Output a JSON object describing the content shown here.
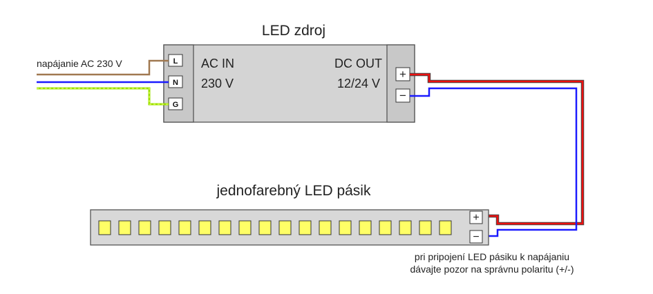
{
  "power_supply": {
    "title": "LED zdroj",
    "input_label": "AC IN",
    "input_voltage": "230 V",
    "output_label": "DC OUT",
    "output_voltage": "12/24 V",
    "terminals_in": [
      "L",
      "N",
      "G"
    ],
    "terminals_out": [
      "+",
      "−"
    ]
  },
  "mains_label": "napájanie AC 230 V",
  "strip": {
    "title": "jednofarebný LED pásik",
    "led_count": 18,
    "terminals": [
      "+",
      "−"
    ]
  },
  "note": {
    "line1": "pri pripojení LED pásiku k napájaniu",
    "line2": "dávajte pozor na správnu polaritu (+/-)"
  },
  "colors": {
    "live_wire": "#a07850",
    "neutral_wire": "#1a1aff",
    "ground_wire": "#9be000",
    "positive_wire": "#ee1111",
    "negative_wire": "#1a1aff",
    "housing": "#d4d4d4",
    "led": "#ffff66"
  }
}
